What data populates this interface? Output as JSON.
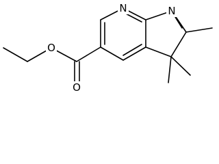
{
  "molecule": {
    "atoms": {
      "pyridine_n": "N",
      "imine_n": "N",
      "ester_o_single": "O",
      "ester_o_double": "O"
    },
    "bond_color": "#000000",
    "background": "#ffffff"
  }
}
